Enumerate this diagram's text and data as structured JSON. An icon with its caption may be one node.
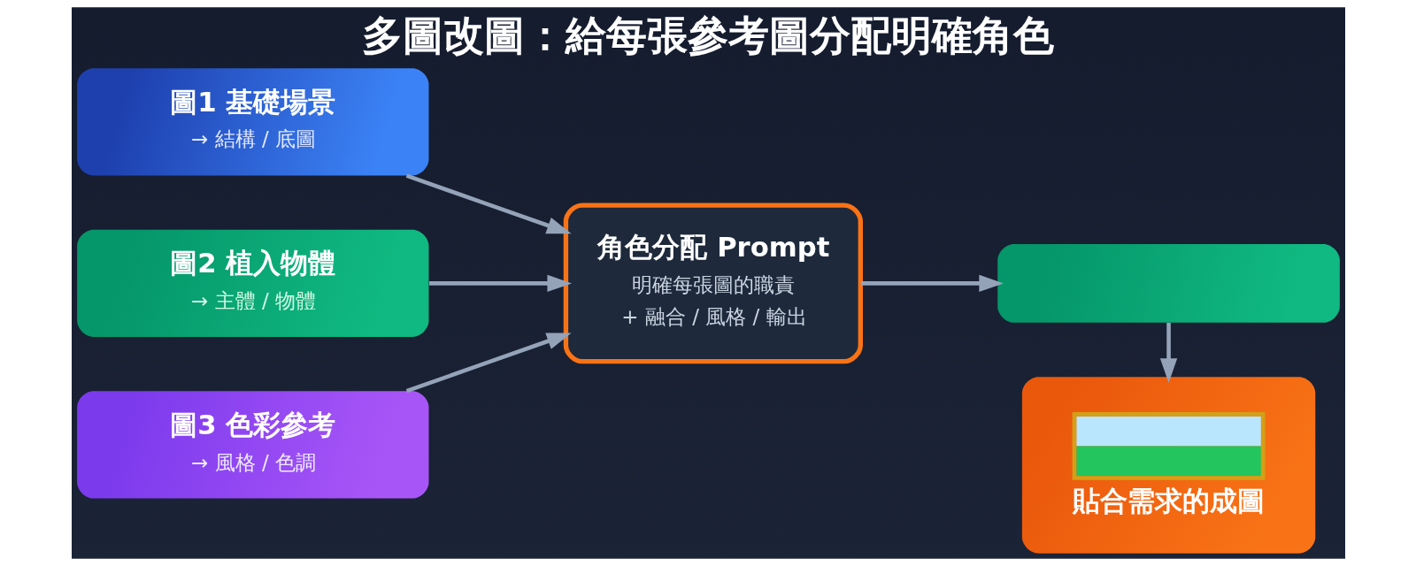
{
  "diagram": {
    "title": "多圖改圖：給每張參考圖分配明確角色",
    "nodes": [
      {
        "text": [
          "圖1 基礎場景",
          "→ 結構 / 底圖"
        ]
      },
      {
        "text": [
          "圖2 植入物體",
          "→ 主體 / 物體"
        ]
      },
      {
        "text": [
          "圖3 色彩參考",
          "→ 風格 / 色調"
        ]
      },
      {
        "text": [
          "角色分配 Prompt",
          "明確每張圖的職責",
          "+ 融合 / 風格 / 輸出"
        ]
      },
      {
        "text": [],
        "shape": "box"
      },
      {
        "text": [
          "貼合需求的成圖"
        ]
      }
    ],
    "edges": [
      {
        "from": 0,
        "to": 3,
        "arrow": "to"
      },
      {
        "from": 1,
        "to": 3,
        "arrow": "to"
      },
      {
        "from": 2,
        "to": 3,
        "arrow": "to"
      },
      {
        "from": 3,
        "to": 4,
        "arrow": "to"
      },
      {
        "from": 4,
        "to": 5,
        "arrow": "to"
      }
    ]
  }
}
